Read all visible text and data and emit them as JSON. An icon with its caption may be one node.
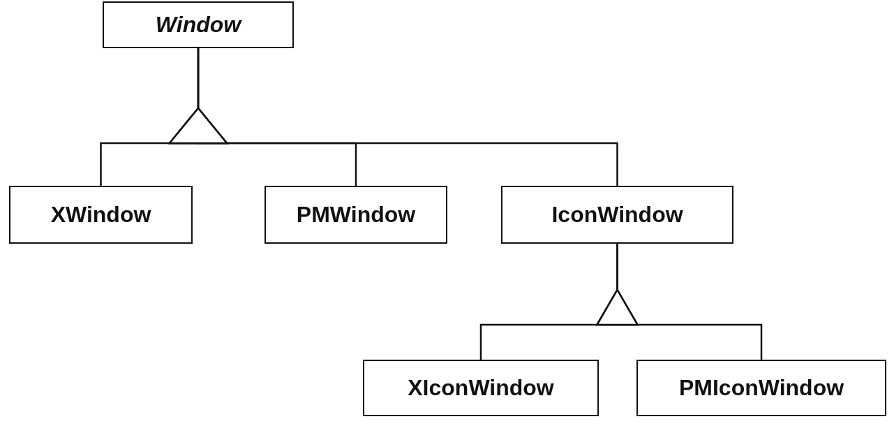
{
  "diagram": {
    "nodes": [
      {
        "text": [
          "Window"
        ]
      },
      {
        "text": [
          "XWindow"
        ]
      },
      {
        "text": [
          "PMWindow"
        ]
      },
      {
        "text": [
          "IconWindow"
        ]
      },
      {
        "text": [
          "XIconWindow"
        ]
      },
      {
        "text": [
          "PMIconWindow"
        ]
      }
    ],
    "edges": [
      {
        "from": 1,
        "to": 0,
        "arrow": "to"
      },
      {
        "from": 2,
        "to": 0,
        "arrow": "to"
      },
      {
        "from": 3,
        "to": 0,
        "arrow": "to"
      },
      {
        "from": 4,
        "to": 3,
        "arrow": "to"
      },
      {
        "from": 5,
        "to": 3,
        "arrow": "to"
      }
    ]
  }
}
